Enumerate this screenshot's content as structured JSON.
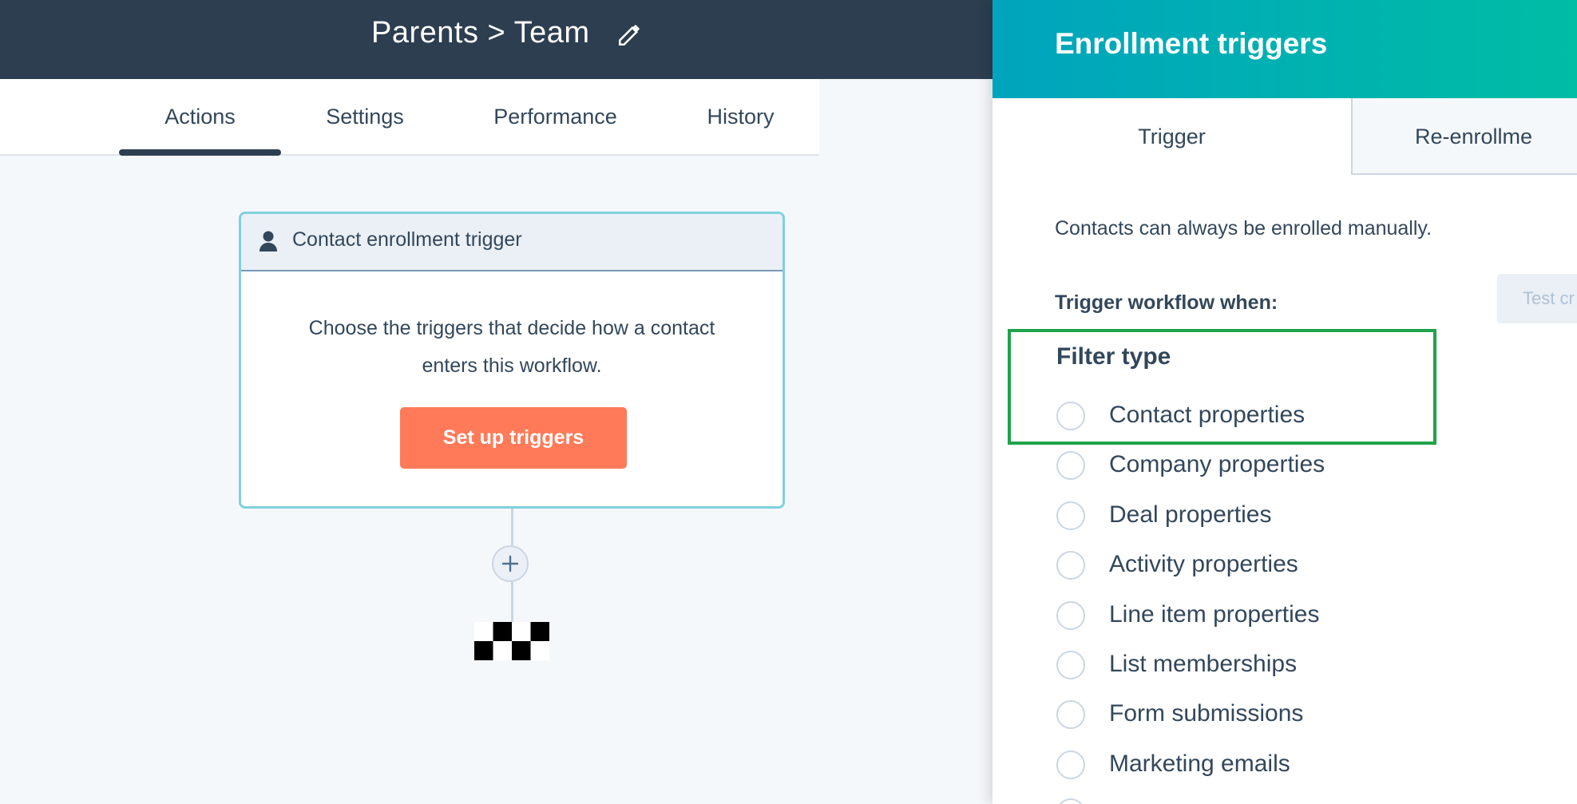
{
  "editor": {
    "title": "Parents > Team",
    "tabs": [
      {
        "label": "Actions",
        "active": true
      },
      {
        "label": "Settings",
        "active": false
      },
      {
        "label": "Performance",
        "active": false
      },
      {
        "label": "History",
        "active": false
      }
    ],
    "trigger_card": {
      "header": "Contact enrollment trigger",
      "body_line1": "Choose the triggers that decide how a contact",
      "body_line2": "enters this workflow.",
      "button_label": "Set up triggers"
    }
  },
  "panel": {
    "title": "Enrollment triggers",
    "tabs": [
      {
        "label": "Trigger",
        "active": true
      },
      {
        "label": "Re-enrollme",
        "active": false
      }
    ],
    "manual_note": "Contacts can always be enrolled manually.",
    "trigger_when": "Trigger workflow when:",
    "test_button": "Test cr",
    "filter_type": {
      "title": "Filter type",
      "options": [
        "Contact properties",
        "Company properties",
        "Deal properties",
        "Activity properties",
        "Line item properties",
        "List memberships",
        "Form submissions",
        "Marketing emails"
      ]
    }
  },
  "colors": {
    "topbar": "#2d3e50",
    "accent_orange": "#ff7a59",
    "panel_gradient_start": "#00a4bd",
    "panel_gradient_end": "#00bda5",
    "highlight": "#1fa34a"
  }
}
